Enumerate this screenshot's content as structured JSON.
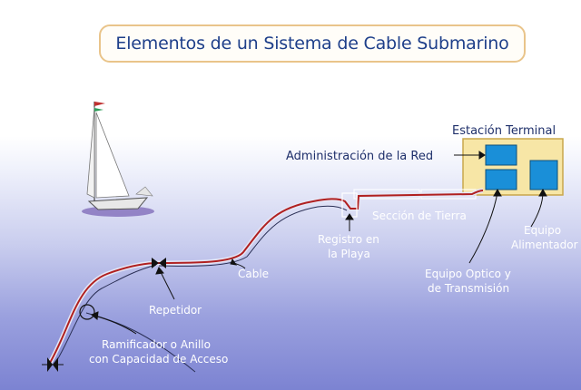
{
  "title": "Elementos de un Sistema de Cable Submarino",
  "labels": {
    "station": "Estación Terminal",
    "network_admin": "Administración de la Red",
    "land_section": "Sección de Tierra",
    "beach_manhole_1": "Registro en",
    "beach_manhole_2": "la Playa",
    "power_equipment_1": "Equipo",
    "power_equipment_2": "Alimentador",
    "optical_equipment_1": "Equipo Optico y",
    "optical_equipment_2": "de Transmisión",
    "cable": "Cable",
    "repeater": "Repetidor",
    "branching_1": "Ramificador o Anillo",
    "branching_2": "con Capacidad de Acceso"
  },
  "colors": {
    "title_text": "#1e3f8a",
    "title_border": "#e9c48a",
    "cable_red": "#b02020",
    "station_fill": "#f7e6a6",
    "equipment_blue": "#1a8fd8",
    "sea_deep": "#7c83d2"
  }
}
